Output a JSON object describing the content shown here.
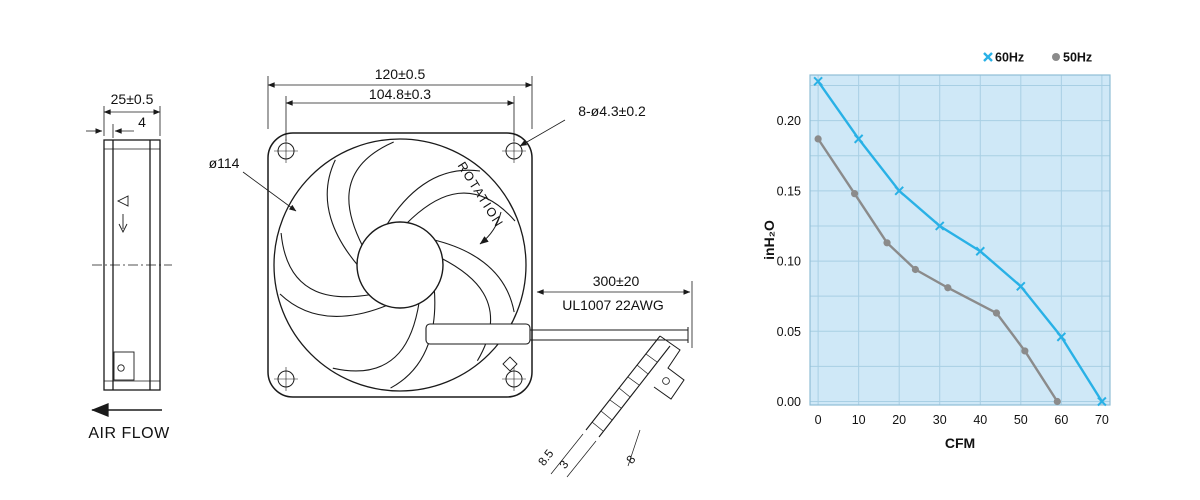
{
  "drawing": {
    "side_view": {
      "depth_dim": "25±0.5",
      "flange_dim": "4",
      "air_flow_label": "AIR FLOW"
    },
    "front_view": {
      "width_dim": "120±0.5",
      "hole_pitch_dim": "104.8±0.3",
      "hole_callout": "8-ø4.3±0.2",
      "impeller_dia": "ø114",
      "rotation_label": "ROTATION",
      "lead_length_dim": "300±20",
      "lead_wire_spec": "UL1007 22AWG"
    },
    "terminal_detail": {
      "dim_85": "8.5",
      "dim_3": "3",
      "dim_8": "8"
    }
  },
  "chart_data": {
    "type": "line",
    "title": "",
    "xlabel": "CFM",
    "ylabel": "inH₂O",
    "x_ticks": [
      0,
      10,
      20,
      30,
      40,
      50,
      60,
      70
    ],
    "y_ticks": [
      0,
      0.05,
      0.1,
      0.15,
      0.2
    ],
    "y_tick_labels": [
      "0.00",
      "0.05",
      "0.10",
      "0.15",
      "0.20"
    ],
    "xlim": [
      -2,
      72
    ],
    "ylim": [
      -0.0025,
      0.2325
    ],
    "x_grid_step": 10,
    "y_grid_step": 0.025,
    "grid": true,
    "legend_position": "top-right",
    "plot_bg": "#cfe8f7",
    "grid_color": "#a8cfe4",
    "border_color": "#8fbdd6",
    "series": [
      {
        "name": "60Hz",
        "color": "#29b1e6",
        "marker": "x",
        "x": [
          0,
          10,
          20,
          30,
          40,
          50,
          60,
          70
        ],
        "y": [
          0.228,
          0.187,
          0.15,
          0.125,
          0.107,
          0.082,
          0.046,
          0.0
        ]
      },
      {
        "name": "50Hz",
        "color": "#8b8b8b",
        "marker": "circle",
        "x": [
          0,
          9,
          17,
          24,
          32,
          44,
          51,
          59
        ],
        "y": [
          0.187,
          0.148,
          0.113,
          0.094,
          0.081,
          0.063,
          0.036,
          0.0
        ]
      }
    ]
  }
}
